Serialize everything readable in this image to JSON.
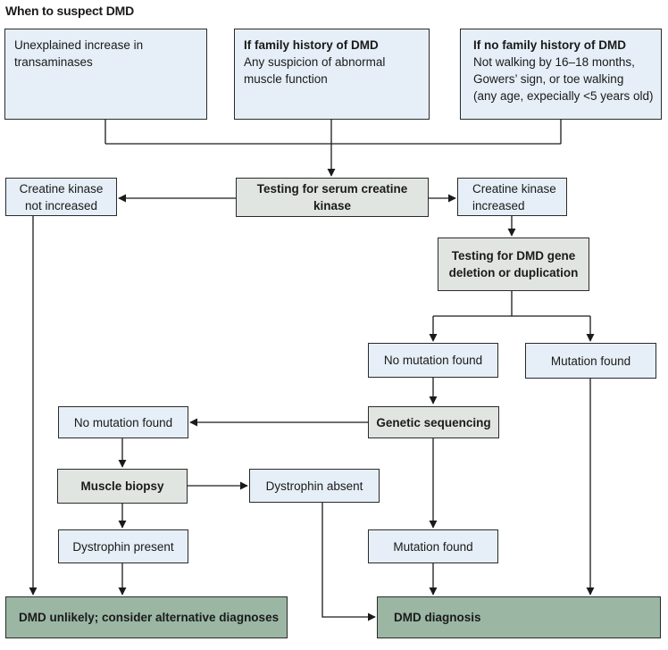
{
  "title": "When to suspect DMD",
  "boxes": {
    "transaminases": {
      "line1": "Unexplained increase in",
      "line2": "transaminases"
    },
    "family_history": {
      "heading": "If family history of DMD",
      "line1": "Any suspicion of abnormal",
      "line2": "muscle function"
    },
    "no_family_history": {
      "heading": "If no family history of DMD",
      "line1": "Not walking by 16–18 months,",
      "line2": "Gowers’ sign, or toe walking",
      "line3": "(any age, expecially <5 years old)"
    },
    "ck_test": {
      "line1": "Testing for serum creatine",
      "line2": "kinase"
    },
    "ck_not_increased": {
      "line1": "Creatine kinase",
      "line2": "not increased"
    },
    "ck_increased": {
      "line1": "Creatine kinase",
      "line2": "increased"
    },
    "gene_test": {
      "line1": "Testing for DMD gene",
      "line2": "deletion or duplication"
    },
    "no_mutation_1": "No mutation found",
    "mutation_found_1": "Mutation found",
    "genetic_sequencing": "Genetic sequencing",
    "no_mutation_2": "No mutation found",
    "muscle_biopsy": "Muscle biopsy",
    "dystrophin_absent": "Dystrophin absent",
    "dystrophin_present": "Dystrophin present",
    "mutation_found_2": "Mutation found",
    "dmd_unlikely": "DMD unlikely; consider alternative diagnoses",
    "dmd_diagnosis": "DMD diagnosis"
  },
  "colors": {
    "symptom_box": "#e6eff7",
    "test_box": "#e1e5e2",
    "outcome_box": "#9bb7a4",
    "line": "#1a1a1a"
  }
}
